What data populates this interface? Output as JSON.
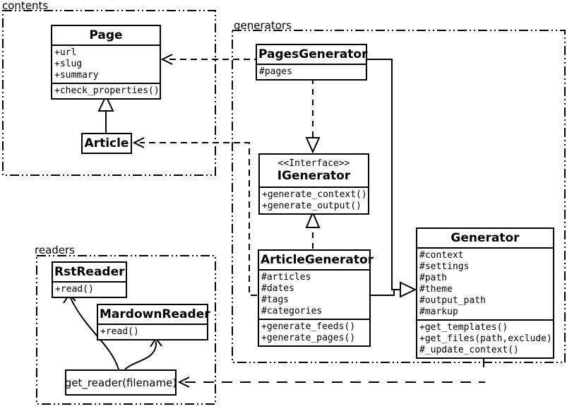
{
  "packages": {
    "contents": {
      "label": "contents"
    },
    "generators": {
      "label": "generators"
    },
    "readers": {
      "label": "readers"
    }
  },
  "classes": {
    "page": {
      "title": "Page",
      "attributes": [
        "+url",
        "+slug",
        "+summary"
      ],
      "methods": [
        "+check_properties()"
      ]
    },
    "article": {
      "title": "Article"
    },
    "pages_generator": {
      "title": "PagesGenerator",
      "attributes": [
        "#pages"
      ]
    },
    "igenerator": {
      "stereotype": "<<Interface>>",
      "title": "IGenerator",
      "methods": [
        "+generate_context()",
        "+generate_output()"
      ]
    },
    "article_generator": {
      "title": "ArticleGenerator",
      "attributes": [
        "#articles",
        "#dates",
        "#tags",
        "#categories"
      ],
      "methods": [
        "+generate_feeds()",
        "+generate_pages()"
      ]
    },
    "generator": {
      "title": "Generator",
      "attributes": [
        "#context",
        "#settings",
        "#path",
        "#theme",
        "#output_path",
        "#markup"
      ],
      "methods": [
        "+get_templates()",
        "+get_files(path,exclude)",
        "#_update_context()"
      ]
    },
    "rst_reader": {
      "title": "RstReader",
      "methods": [
        "+read()"
      ]
    },
    "mardown_reader": {
      "title": "MardownReader",
      "methods": [
        "+read()"
      ]
    },
    "get_reader": {
      "title": "get_reader(filename)"
    }
  },
  "relationships": [
    {
      "from": "Article",
      "to": "Page",
      "type": "generalization",
      "line": "solid",
      "head": "hollow-triangle"
    },
    {
      "from": "PagesGenerator",
      "to": "Page",
      "type": "dependency",
      "line": "dashed",
      "head": "open-arrow"
    },
    {
      "from": "ArticleGenerator",
      "to": "Article",
      "type": "dependency",
      "line": "dashed",
      "head": "open-arrow"
    },
    {
      "from": "PagesGenerator",
      "to": "IGenerator",
      "type": "realization",
      "line": "dashed",
      "head": "hollow-triangle"
    },
    {
      "from": "ArticleGenerator",
      "to": "IGenerator",
      "type": "realization",
      "line": "dashed",
      "head": "hollow-triangle"
    },
    {
      "from": "PagesGenerator",
      "to": "Generator",
      "type": "generalization",
      "line": "solid",
      "head": "hollow-triangle"
    },
    {
      "from": "ArticleGenerator",
      "to": "Generator",
      "type": "generalization",
      "line": "solid",
      "head": "hollow-triangle"
    },
    {
      "from": "Generator",
      "to": "get_reader(filename)",
      "type": "dependency",
      "line": "dashed",
      "head": "open-arrow"
    },
    {
      "from": "get_reader(filename)",
      "to": "RstReader",
      "type": "dispatch",
      "line": "curved-solid",
      "head": "open-arrow"
    },
    {
      "from": "get_reader(filename)",
      "to": "MardownReader",
      "type": "dispatch",
      "line": "curved-solid",
      "head": "open-arrow"
    }
  ],
  "colors": {
    "line": "#000000",
    "background": "#ffffff"
  }
}
